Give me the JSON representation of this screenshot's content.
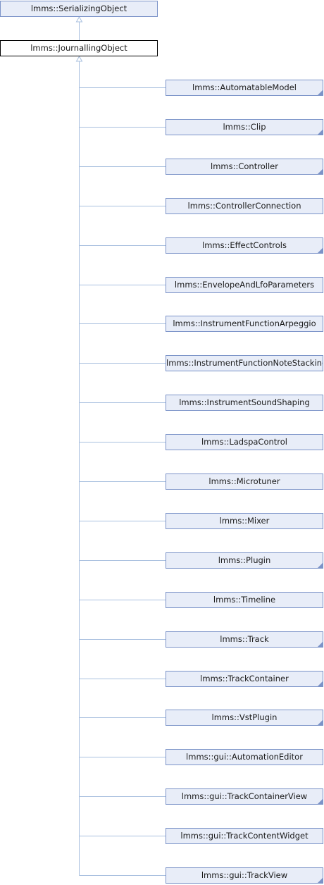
{
  "base": {
    "label": "lmms::SerializingObject"
  },
  "current": {
    "label": "lmms::JournallingObject"
  },
  "colors": {
    "edge": "#a9c0df",
    "node_fill": "#e8edf8",
    "node_border": "#7b93c8",
    "current_border": "#000000"
  },
  "children": [
    {
      "label": "lmms::AutomatableModel",
      "has_children_marker": true
    },
    {
      "label": "lmms::Clip",
      "has_children_marker": true
    },
    {
      "label": "lmms::Controller",
      "has_children_marker": true
    },
    {
      "label": "lmms::ControllerConnection",
      "has_children_marker": false
    },
    {
      "label": "lmms::EffectControls",
      "has_children_marker": true
    },
    {
      "label": "lmms::EnvelopeAndLfoParameters",
      "has_children_marker": false
    },
    {
      "label": "lmms::InstrumentFunctionArpeggio",
      "has_children_marker": false
    },
    {
      "label": "lmms::InstrumentFunctionNoteStacking",
      "has_children_marker": false
    },
    {
      "label": "lmms::InstrumentSoundShaping",
      "has_children_marker": false
    },
    {
      "label": "lmms::LadspaControl",
      "has_children_marker": false
    },
    {
      "label": "lmms::Microtuner",
      "has_children_marker": false
    },
    {
      "label": "lmms::Mixer",
      "has_children_marker": false
    },
    {
      "label": "lmms::Plugin",
      "has_children_marker": true
    },
    {
      "label": "lmms::Timeline",
      "has_children_marker": false
    },
    {
      "label": "lmms::Track",
      "has_children_marker": true
    },
    {
      "label": "lmms::TrackContainer",
      "has_children_marker": true
    },
    {
      "label": "lmms::VstPlugin",
      "has_children_marker": true
    },
    {
      "label": "lmms::gui::AutomationEditor",
      "has_children_marker": false
    },
    {
      "label": "lmms::gui::TrackContainerView",
      "has_children_marker": true
    },
    {
      "label": "lmms::gui::TrackContentWidget",
      "has_children_marker": false
    },
    {
      "label": "lmms::gui::TrackView",
      "has_children_marker": true
    }
  ]
}
